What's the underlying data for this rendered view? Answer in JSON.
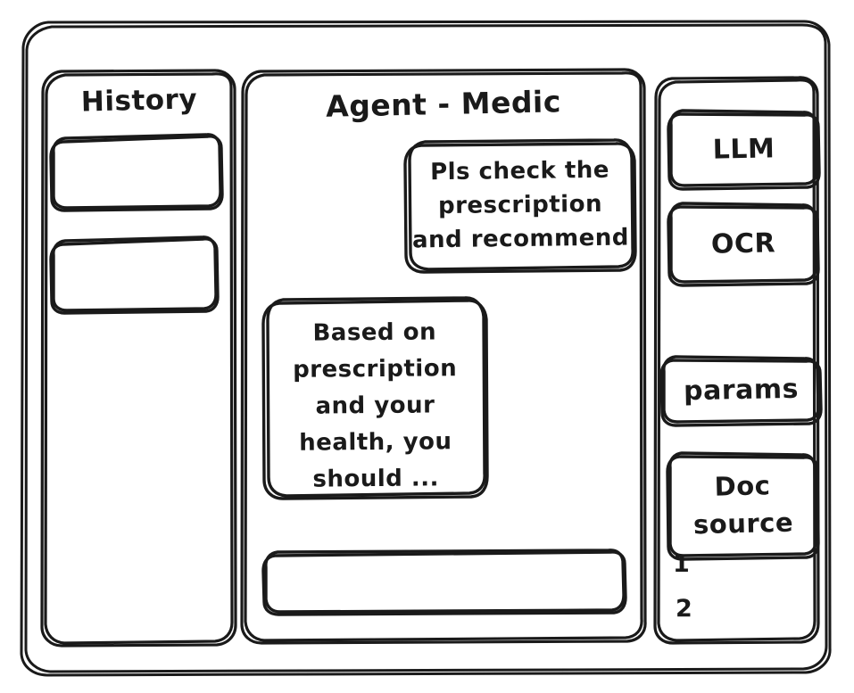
{
  "app": {
    "style": "hand-drawn-wireframe",
    "stroke_color": "#1a1a1a",
    "background_color": "#ffffff"
  },
  "sidebar_left": {
    "title": "History",
    "items": [
      {
        "label": "",
        "name": "history-item-1"
      },
      {
        "label": "",
        "name": "history-item-2"
      }
    ]
  },
  "main": {
    "title": "Agent - Medic",
    "messages": [
      {
        "role": "user",
        "align": "right",
        "text": "Pls check the\nprescription\nand recommend"
      },
      {
        "role": "assistant",
        "align": "left",
        "text": "Based on\nprescription\nand your\nhealth, you\nshould ..."
      }
    ],
    "composer": {
      "value": "",
      "placeholder": ""
    }
  },
  "sidebar_right": {
    "tools": [
      {
        "label": "LLM"
      },
      {
        "label": "OCR"
      },
      {
        "label": "params"
      }
    ],
    "doc_source": {
      "label": "Doc\nsource",
      "markers": [
        "1",
        "2"
      ]
    }
  }
}
